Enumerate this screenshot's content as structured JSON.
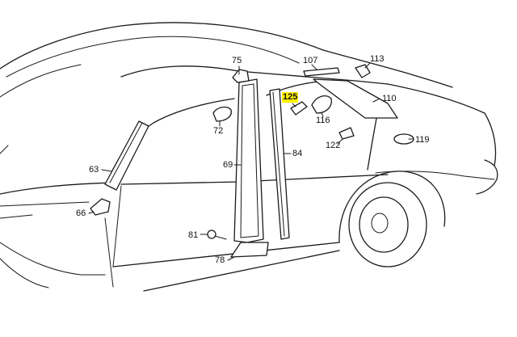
{
  "diagram": {
    "highlight_color": "#fff200",
    "callouts": [
      {
        "id": "p75",
        "label": "75",
        "highlighted": false
      },
      {
        "id": "p107",
        "label": "107",
        "highlighted": false
      },
      {
        "id": "p113",
        "label": "113",
        "highlighted": false
      },
      {
        "id": "p125",
        "label": "125",
        "highlighted": true
      },
      {
        "id": "p110",
        "label": "110",
        "highlighted": false
      },
      {
        "id": "p72",
        "label": "72",
        "highlighted": false
      },
      {
        "id": "p116",
        "label": "116",
        "highlighted": false
      },
      {
        "id": "p119",
        "label": "119",
        "highlighted": false
      },
      {
        "id": "p122",
        "label": "122",
        "highlighted": false
      },
      {
        "id": "p63",
        "label": "63",
        "highlighted": false
      },
      {
        "id": "p69",
        "label": "69",
        "highlighted": false
      },
      {
        "id": "p84",
        "label": "84",
        "highlighted": false
      },
      {
        "id": "p66",
        "label": "66",
        "highlighted": false
      },
      {
        "id": "p81",
        "label": "81",
        "highlighted": false
      },
      {
        "id": "p78",
        "label": "78",
        "highlighted": false
      }
    ]
  }
}
